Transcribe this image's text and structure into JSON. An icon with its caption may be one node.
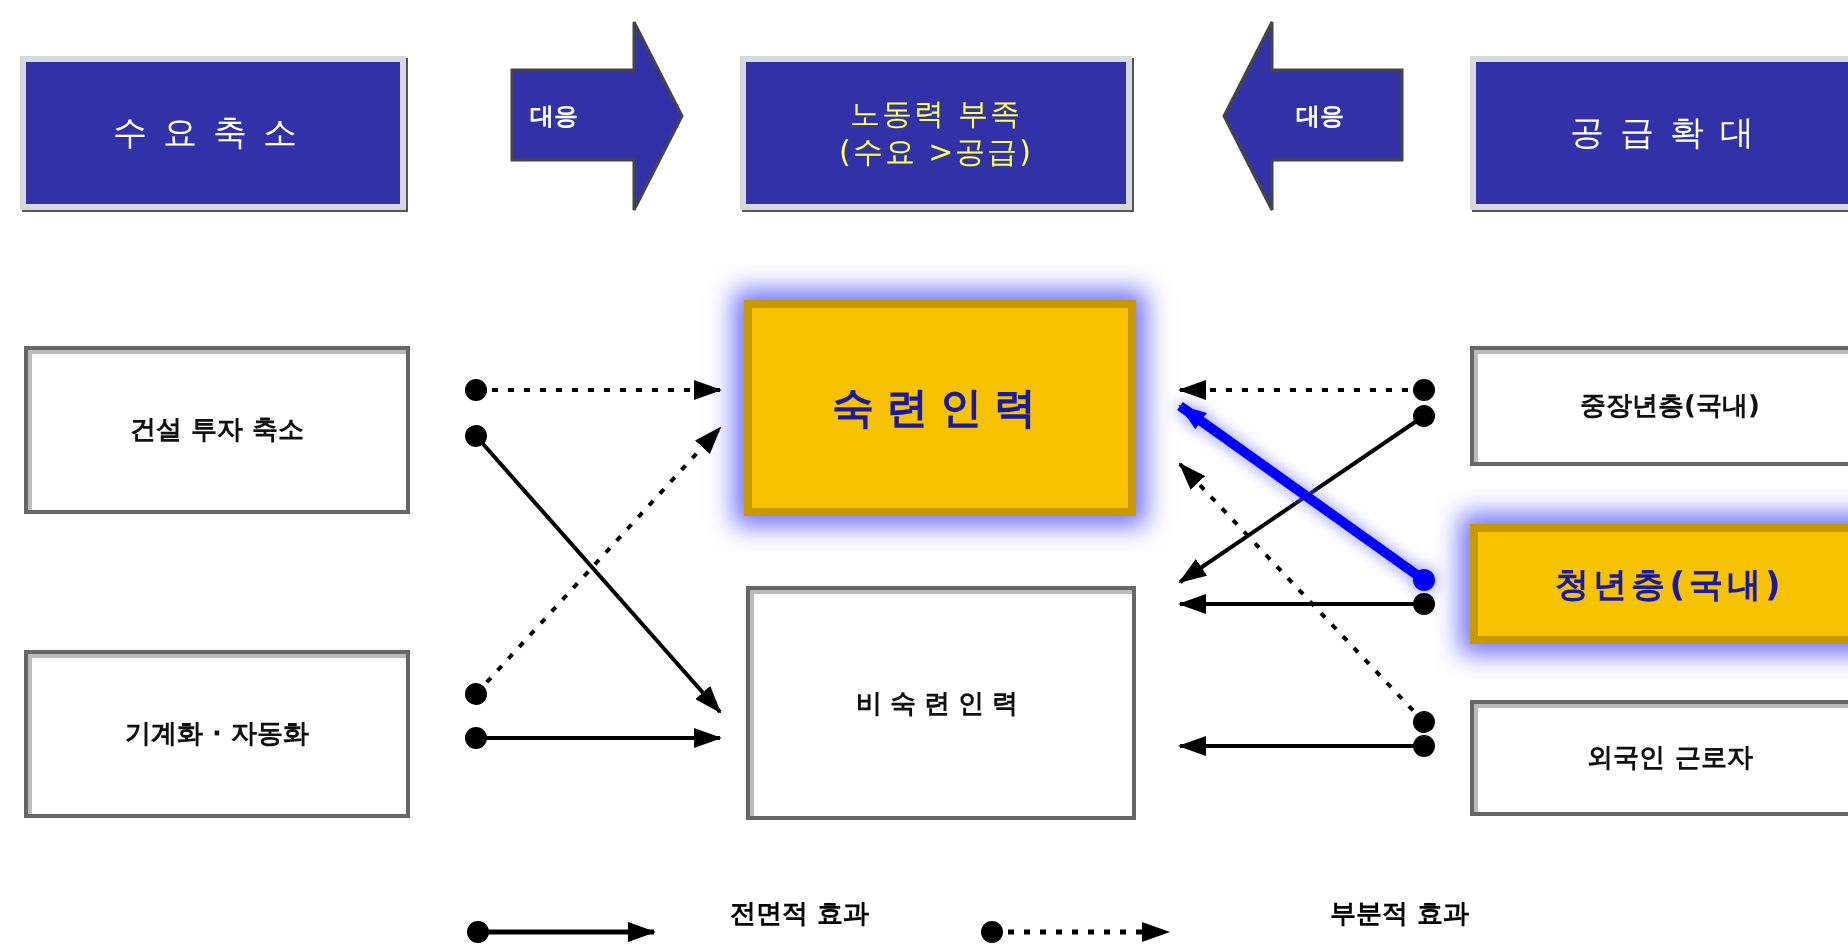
{
  "diagram": {
    "nodes": [
      {
        "text": [
          "수요축소"
        ]
      },
      {
        "text": [
          "대응"
        ]
      },
      {
        "text": [
          "노동력 부족",
          "(수요 >공급)"
        ]
      },
      {
        "text": [
          "대응"
        ]
      },
      {
        "text": [
          "공급확대"
        ]
      },
      {
        "text": [
          "건설 투자 축소"
        ]
      },
      {
        "text": [
          "숙련인력"
        ]
      },
      {
        "text": [
          "기계화 · 자동화"
        ]
      },
      {
        "text": [
          "비숙련인력"
        ]
      },
      {
        "text": [
          "중장년층(국내)"
        ]
      },
      {
        "text": [
          "청년층(국내)"
        ]
      },
      {
        "text": [
          "외국인 근로자"
        ]
      }
    ],
    "edges": [
      {
        "from": 5,
        "to": 6,
        "arrow": "to",
        "style": "dashed"
      },
      {
        "from": 5,
        "to": 8,
        "arrow": "to"
      },
      {
        "from": 7,
        "to": 6,
        "arrow": "to",
        "style": "dashed"
      },
      {
        "from": 7,
        "to": 8,
        "arrow": "to"
      },
      {
        "from": 9,
        "to": 6,
        "arrow": "to",
        "style": "dashed"
      },
      {
        "from": 9,
        "to": 8,
        "arrow": "to"
      },
      {
        "from": 10,
        "to": 6,
        "arrow": "to",
        "style": "thick",
        "color": "#0000ff"
      },
      {
        "from": 10,
        "to": 8,
        "arrow": "to"
      },
      {
        "from": 11,
        "to": 6,
        "arrow": "to",
        "style": "dashed"
      },
      {
        "from": 11,
        "to": 8,
        "arrow": "to"
      }
    ],
    "legend": [
      {
        "text": "전면적 효과"
      },
      {
        "text": "부분적 효과"
      }
    ]
  }
}
